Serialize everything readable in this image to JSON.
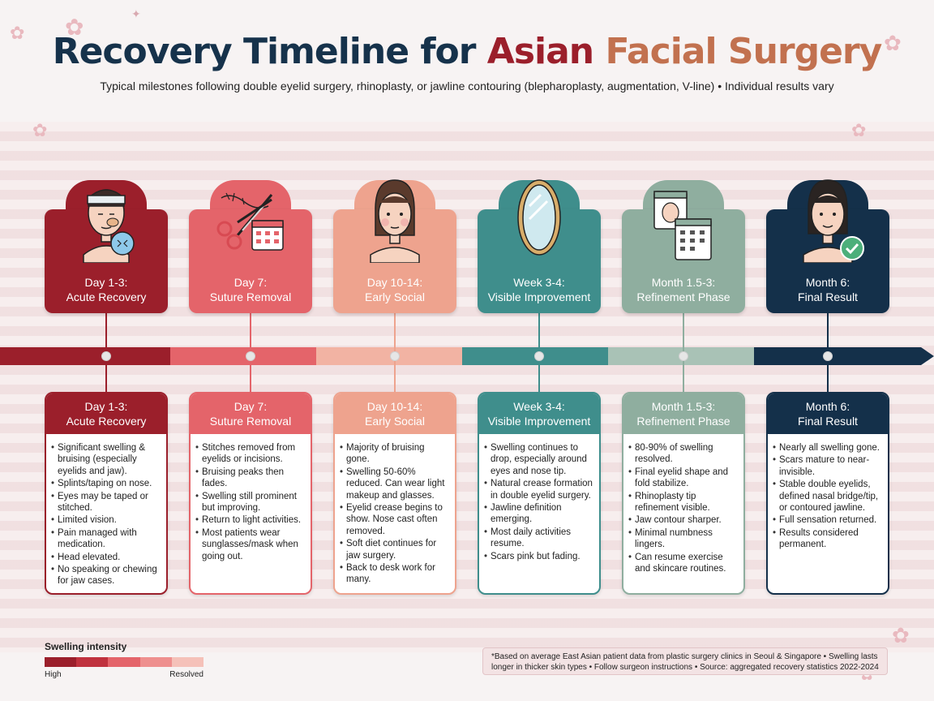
{
  "header": {
    "title_part1": "Recovery Timeline for",
    "title_part2": "Asian",
    "title_part3": "Facial Surgery",
    "subtitle": "Typical milestones following double eyelid surgery, rhinoplasty, or jawline contouring (blepharoplasty, augmentation, V-line) • Individual results vary"
  },
  "stages": [
    {
      "label_line1": "Day 1-3:",
      "label_line2": "Acute Recovery",
      "color": "#9b1f2b",
      "icon": "bandaged-face-icon",
      "bullets": [
        "Significant swelling & bruising (especially eyelids and jaw).",
        "Splints/taping on nose.",
        "Eyes may be taped or stitched.",
        "Limited vision.",
        "Pain managed with medication.",
        "Head elevated.",
        "No speaking or chewing for jaw cases."
      ]
    },
    {
      "label_line1": "Day 7:",
      "label_line2": "Suture Removal",
      "color": "#e4646a",
      "icon": "scissors-calendar-icon",
      "bullets": [
        "Stitches removed from eyelids or incisions.",
        "Bruising peaks then fades.",
        "Swelling still prominent but improving.",
        "Return to light activities.",
        "Most patients wear sunglasses/mask when going out."
      ]
    },
    {
      "label_line1": "Day 10-14:",
      "label_line2": "Early Social",
      "color": "#eea38e",
      "icon": "face-icon",
      "bullets": [
        "Majority of bruising gone.",
        "Swelling 50-60% reduced. Can wear light makeup and glasses.",
        "Eyelid crease begins to show. Nose cast often removed.",
        "Soft diet continues for jaw surgery.",
        "Back to desk work for many."
      ]
    },
    {
      "label_line1": "Week 3-4:",
      "label_line2": "Visible Improvement",
      "color": "#3f8e8c",
      "icon": "mirror-icon",
      "bullets": [
        "Swelling continues to drop, especially around eyes and nose tip.",
        "Natural crease formation in double eyelid surgery.",
        "Jawline definition emerging.",
        "Most daily activities resume.",
        "Scars pink but fading."
      ]
    },
    {
      "label_line1": "Month 1.5-3:",
      "label_line2": "Refinement Phase",
      "color": "#8fae9f",
      "icon": "calendar-icon",
      "bullets": [
        "80-90% of swelling resolved.",
        "Final eyelid shape and fold stabilize.",
        "Rhinoplasty tip refinement visible.",
        "Jaw contour sharper.",
        "Minimal numbness lingers.",
        "Can resume exercise and skincare routines."
      ]
    },
    {
      "label_line1": "Month 6:",
      "label_line2": "Final Result",
      "color": "#14304a",
      "icon": "final-face-check-icon",
      "bullets": [
        "Nearly all swelling gone.",
        "Scars mature to near-invisible.",
        "Stable double eyelids, defined nasal bridge/tip, or contoured jawline.",
        "Full sensation returned.",
        "Results considered permanent."
      ]
    }
  ],
  "legend": {
    "title": "Swelling intensity",
    "high_label": "High",
    "resolved_label": "Resolved",
    "colors": [
      "#9b1f2b",
      "#c0323e",
      "#e4646a",
      "#ee8f8e",
      "#f5c1b9"
    ]
  },
  "footnote": "*Based on average East Asian patient data from plastic surgery clinics in Seoul & Singapore • Swelling lasts longer in thicker skin types • Follow surgeon instructions • Source: aggregated recovery statistics 2022-2024"
}
